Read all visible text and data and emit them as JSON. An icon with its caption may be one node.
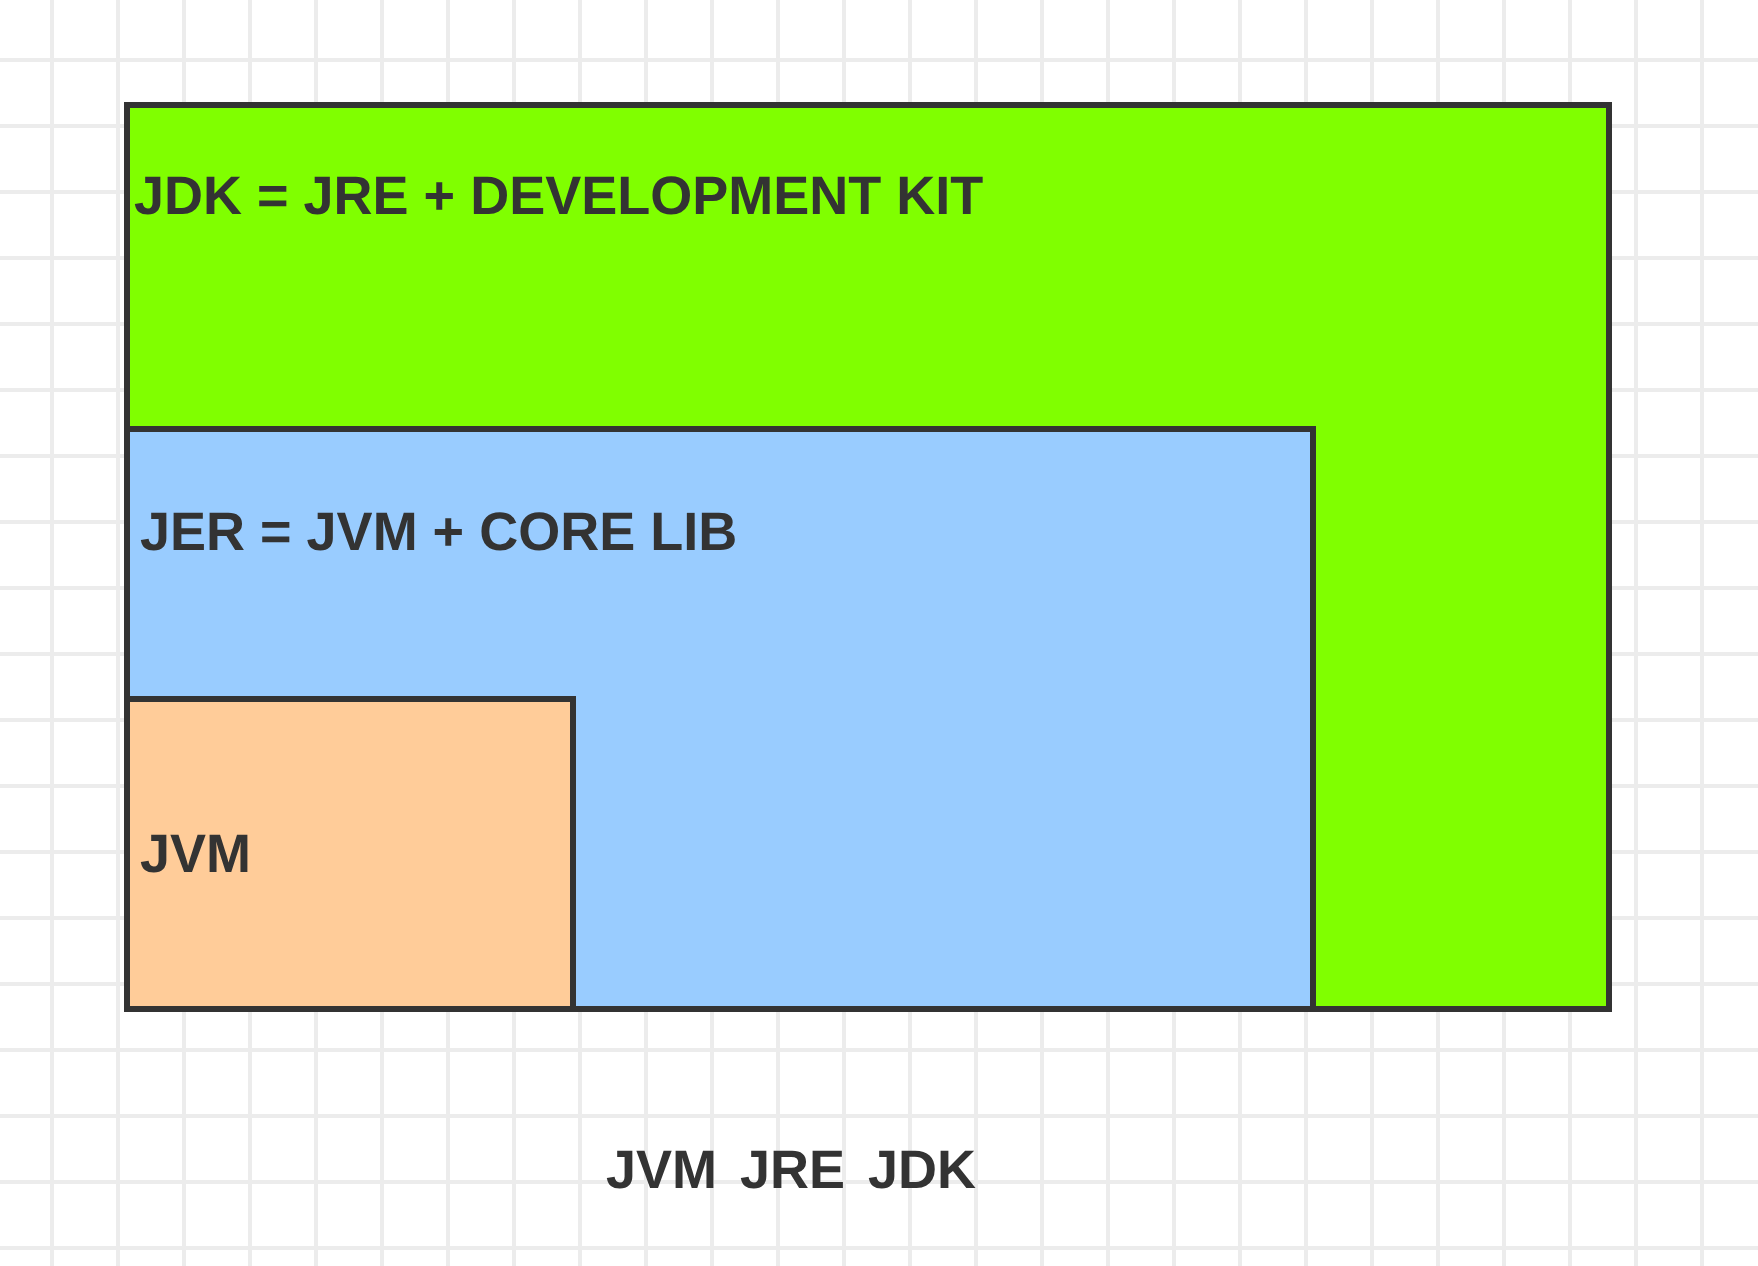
{
  "diagram": {
    "caption": "JVM JRE JDK",
    "nodes": [
      {
        "text": [
          "JDK = JRE + DEVELOPMENT KIT"
        ]
      },
      {
        "text": [
          "JER = JVM + CORE LIB"
        ],
        "in": 0
      },
      {
        "text": [
          "JVM"
        ],
        "in": 1
      }
    ]
  }
}
